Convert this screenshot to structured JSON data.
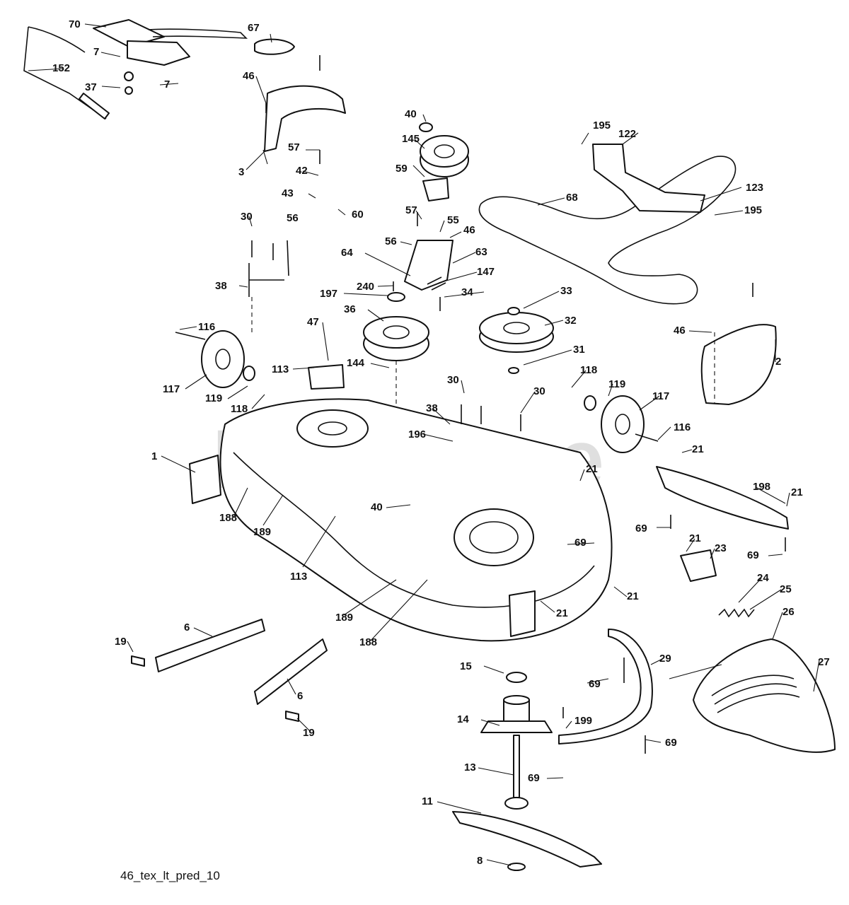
{
  "watermark": "PartsTree",
  "caption": "46_tex_lt_pred_10",
  "callouts": [
    "70",
    "67",
    "7",
    "152",
    "37",
    "7",
    "46",
    "3",
    "40",
    "145",
    "195",
    "122",
    "57",
    "42",
    "59",
    "43",
    "60",
    "56",
    "57",
    "55",
    "46",
    "123",
    "68",
    "195",
    "30",
    "64",
    "56",
    "63",
    "147",
    "38",
    "240",
    "34",
    "197",
    "33",
    "36",
    "32",
    "47",
    "116",
    "46",
    "113",
    "144",
    "31",
    "2",
    "117",
    "119",
    "118",
    "118",
    "119",
    "117",
    "30",
    "30",
    "38",
    "196",
    "116",
    "1",
    "21",
    "21",
    "198",
    "21",
    "40",
    "188",
    "189",
    "113",
    "69",
    "69",
    "21",
    "23",
    "69",
    "24",
    "25",
    "189",
    "188",
    "21",
    "21",
    "26",
    "6",
    "19",
    "15",
    "29",
    "27",
    "6",
    "69",
    "19",
    "14",
    "199",
    "69",
    "13",
    "69",
    "11",
    "8"
  ]
}
